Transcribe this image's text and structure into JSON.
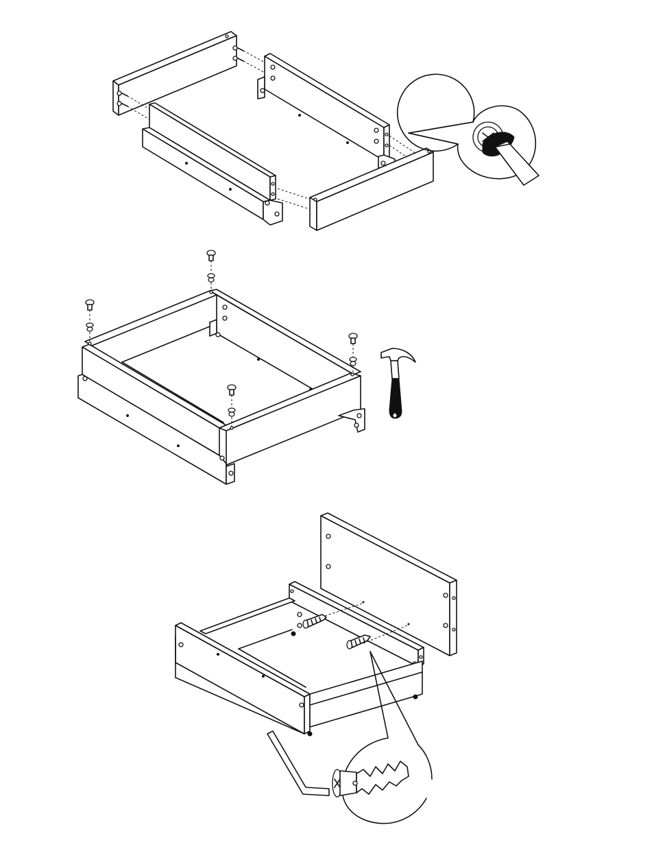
{
  "figure": {
    "steps": [
      {
        "id": "step-1",
        "description_visible_text": ""
      },
      {
        "id": "step-2",
        "description_visible_text": ""
      },
      {
        "id": "step-3",
        "description_visible_text": ""
      }
    ],
    "icons": {
      "screwdriver_detail": "screwdriver-detail-icon",
      "hammer": "hammer-icon",
      "allen_key": "allen-key-icon",
      "cam_bolt_detail": "cam-bolt-detail-icon"
    },
    "colors": {
      "line": "#111111",
      "background": "#ffffff"
    }
  }
}
